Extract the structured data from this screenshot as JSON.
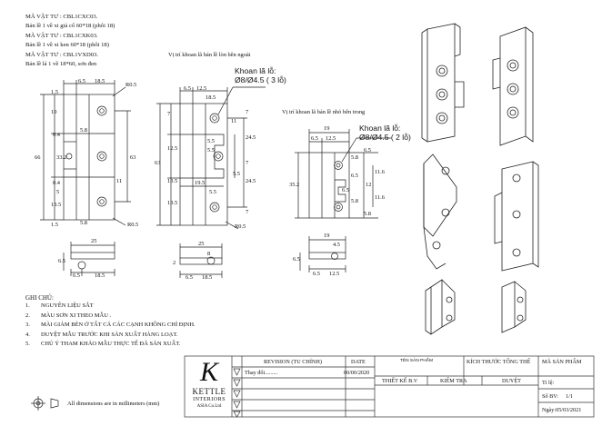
{
  "header_lines": [
    "MÃ VẬT TƯ : CBL1CXC03.",
    "Bản lề 1 về xi giả cổ 60*18 (phôi 18)",
    "MÃ VẬT TƯ : CBL1CXK03.",
    "Bản lề 1 về xi ken 60*18 (phôi 18)",
    "MÃ VẬT TƯ : CBL1VXD03.",
    "Bản lề lá 1 về 18*60, sơn đen"
  ],
  "drawing_labels": {
    "outer_label": "Vị trí khoan lã bản lề lòn bên ngoài",
    "inner_label": "Vị trí khoan lã bản lề nhỏ bên trong",
    "drill_title_1": "Khoan lã lỗ:",
    "drill_spec_1": "Ø8/Ø4.5 ( 3 lỗ)",
    "drill_title_2": "Khoan lã lỗ:",
    "drill_spec_2": "Ø8/Ø4.5 ( 2 lỗ)"
  },
  "notes": {
    "title": "GHI CHÚ:",
    "items": [
      {
        "n": "1.",
        "text": "NGUYÊN LIỆU SẮT"
      },
      {
        "n": "2.",
        "text": "MÀU SƠN XI THEO MẪU ."
      },
      {
        "n": "3.",
        "text": "MÀI GIẢM BÉN Ở TẤT CẢ CÁC CẠNH KHÔNG CHỈ ĐỊNH."
      },
      {
        "n": "4.",
        "text": "DUYỆT MẪU TRƯỚC KHI SẢN XUẤT HÀNG LOẠT."
      },
      {
        "n": "5.",
        "text": "CHÚ Ý THAM KHẢO MẪU THỰC TẾ ĐÃ SẢN XUẤT."
      }
    ]
  },
  "units_note": "All dimensions are in millimeters (mm)",
  "title_block": {
    "revision_header": "REVISION (TU CHỈNH)",
    "date_header": "DATE",
    "revision_entry": "Thay đổi.........",
    "date_entry": "00/00/2020",
    "product_name_header": "TÊN SẢN PHẨM",
    "overall_size_header": "KÍCH THƯỚC TỔNG THỂ",
    "product_code_header": "MÃ SẢN PHẨM",
    "designer": "THIẾT KẾ B.V",
    "checker": "KIỂM TRA",
    "approver": "DUYỆT",
    "scale": "Tỉ lệ:",
    "sheet": "Số BV:",
    "sheet_value": "1/1",
    "date_label": "Ngày:05/03/2021",
    "logo_letter": "K",
    "logo_name": "KETTLE",
    "logo_sub": "INTERIORS",
    "logo_co": "ASIA Co.Ltd"
  },
  "dimensions": {
    "v1": [
      "6.5",
      "18.5",
      "R0.5",
      "1.5",
      "10",
      "5.8",
      "0.4",
      "33.2",
      "63",
      "66",
      "0.4",
      "13.5",
      "5",
      "11",
      "R0.5",
      "1.5",
      "5.8",
      "25",
      "6.5",
      "18.5",
      "6.5"
    ],
    "v2": [
      "6.5",
      "12.5",
      "7",
      "18.5",
      "7",
      "11",
      "5.5",
      "12.5",
      "5.5",
      "24.5",
      "13.5",
      "63",
      "19.5",
      "24.5",
      "5.5",
      "7",
      "13.5",
      "7",
      "5.5",
      "R0.5",
      "25",
      "8",
      "6.5",
      "2",
      "18.5"
    ],
    "v3": [
      "19",
      "6.5",
      "12.5",
      "5.8",
      "6.5",
      "6.5",
      "5.8",
      "11.6",
      "35.2",
      "12",
      "6.5",
      "11.6",
      "5.8",
      "19",
      "4.5",
      "6.5",
      "6.5",
      "12.5"
    ]
  }
}
